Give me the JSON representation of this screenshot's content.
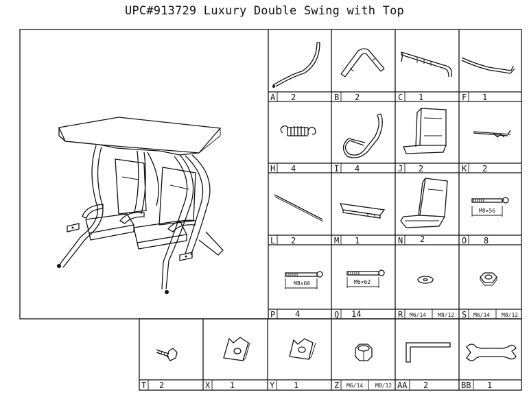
{
  "title": "UPC#913729 Luxury Double Swing with Top",
  "parts": {
    "A": {
      "letter": "A",
      "qty": "2"
    },
    "B": {
      "letter": "B",
      "qty": "2"
    },
    "C": {
      "letter": "C",
      "qty": "1"
    },
    "F": {
      "letter": "F",
      "qty": "1"
    },
    "H": {
      "letter": "H",
      "qty": "4"
    },
    "I": {
      "letter": "I",
      "qty": "4"
    },
    "J": {
      "letter": "J",
      "qty": "2"
    },
    "K": {
      "letter": "K",
      "qty": "2"
    },
    "L": {
      "letter": "L",
      "qty": "2"
    },
    "M": {
      "letter": "M",
      "qty": "1"
    },
    "N": {
      "letter": "N",
      "qty": "2"
    },
    "O": {
      "letter": "O",
      "qty": "8"
    },
    "P": {
      "letter": "P",
      "qty": "4"
    },
    "Q": {
      "letter": "Q",
      "qty": "14"
    },
    "R": {
      "letter": "R",
      "qty_a": "M6/14",
      "qty_b": "M8/12"
    },
    "S": {
      "letter": "S",
      "qty_a": "M6/14",
      "qty_b": "M8/12"
    },
    "T": {
      "letter": "T",
      "qty": "2"
    },
    "X": {
      "letter": "X",
      "qty": "1"
    },
    "Y": {
      "letter": "Y",
      "qty": "1"
    },
    "Z": {
      "letter": "Z",
      "qty_a": "M6/14",
      "qty_b": "M8/12"
    },
    "AA": {
      "letter": "AA",
      "qty": "2"
    },
    "BB": {
      "letter": "BB",
      "qty": "1"
    }
  },
  "bolt_labels": {
    "O": "M8×56",
    "P": "M8×60",
    "Q": "M6×62"
  }
}
